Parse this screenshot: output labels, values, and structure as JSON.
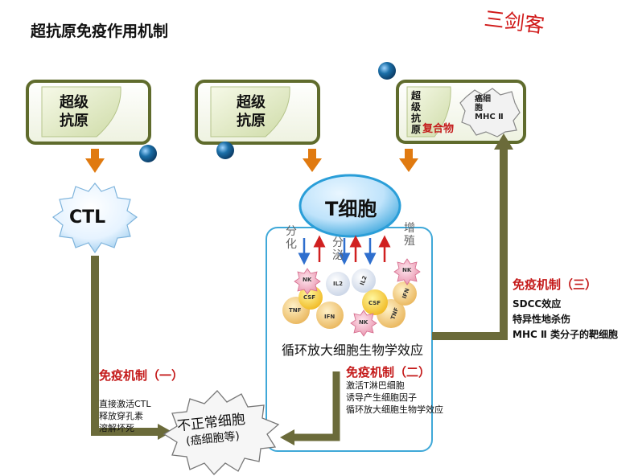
{
  "title": "超抗原免疫作用机制",
  "signature": "三剑客",
  "superantigen_boxes": [
    {
      "label_line1": "超级",
      "label_line2": "抗原"
    },
    {
      "label_line1": "超级",
      "label_line2": "抗原"
    }
  ],
  "complex_box": {
    "sa_chars": [
      "超",
      "级",
      "抗",
      "原"
    ],
    "mhc_lines": [
      "癌细",
      "胞",
      "MHC Ⅱ"
    ],
    "complex_label": "复合物"
  },
  "cells": {
    "ctl": "CTL",
    "t_cell": "T细胞"
  },
  "side_labels": {
    "differentiate": "分化",
    "secrete": "分泌",
    "proliferate": "增殖"
  },
  "cytokines": [
    "NK",
    "NK",
    "NK",
    "IL2",
    "IL2",
    "CSF",
    "TNF",
    "IFN",
    "CSF",
    "TNF",
    "IFN"
  ],
  "amplify_label": "循环放大细胞生物学效应",
  "mechanisms": [
    {
      "title": "免疫机制（一）",
      "items": [
        "直接激活CTL",
        "释放穿孔素",
        "溶解坏死"
      ]
    },
    {
      "title": "免疫机制（二）",
      "items": [
        "激活T淋巴细胞",
        "诱导产生细胞因子",
        "循环放大细胞生物学效应"
      ]
    },
    {
      "title": "免疫机制（三）",
      "items": [
        "SDCC效应",
        "特异性地杀伤",
        "MHC Ⅱ 类分子的靶细胞"
      ]
    }
  ],
  "target": {
    "line1": "不正常细胞",
    "line2": "(癌细胞等)"
  },
  "colors": {
    "box_border": "#5f6b2c",
    "arrow_orange": "#e07a10",
    "path_olive": "#6b6b3a",
    "red_text": "#c41a1a",
    "t_cell_blue": "#2a9ed8",
    "ball_blue": "#1b6fa8"
  }
}
